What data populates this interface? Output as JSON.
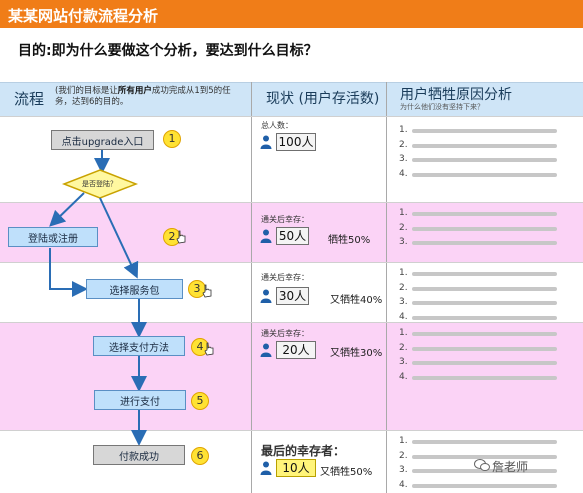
{
  "title": "某某网站付款流程分析",
  "goal": "目的:即为什么要做这个分析，要达到什么目标？",
  "headers": {
    "flow": "流程",
    "flow_desc_prefix": "(我们的目标是让",
    "flow_desc_bold": "所有用户",
    "flow_desc_suffix": "成功完成从1到5的任务，达到6的目的。",
    "status": "现状 (用户存活数)",
    "reason": "用户牺牲原因分析",
    "reason_sub": "为什么他们没有坚持下来？"
  },
  "flow_steps": [
    {
      "label": "点击upgrade入口",
      "num": "1"
    },
    {
      "label": "是否登陆？"
    },
    {
      "label": "登陆或注册",
      "num": "2"
    },
    {
      "label": "选择服务包",
      "num": "3"
    },
    {
      "label": "选择支付方法",
      "num": "4"
    },
    {
      "label": "进行支付",
      "num": "5"
    },
    {
      "label": "付款成功",
      "num": "6"
    }
  ],
  "status": [
    {
      "label": "总人数：",
      "count": "100人",
      "loss": ""
    },
    {
      "label": "通关后幸存：",
      "count": "50人",
      "loss": "牺牲50%"
    },
    {
      "label": "通关后幸存：",
      "count": "30人",
      "loss": "又牺牲40%"
    },
    {
      "label": "通关后幸存：",
      "count": "20人",
      "loss": "又牺牲30%"
    },
    {
      "label": "最后的幸存者：",
      "count": "10人",
      "loss": "又牺牲50%"
    }
  ],
  "reason_numbers": [
    "1.",
    "2.",
    "3.",
    "4."
  ],
  "watermark": "詹老师",
  "colors": {
    "title_bg": "#f07d18",
    "header_bg": "#cfe5f7",
    "pink_band": "#fbd3f6",
    "box_fill": "#bfe0fb",
    "box_border": "#5a8fc4",
    "number_circle": "#ffe233",
    "arrow": "#2a6db5",
    "diamond_fill": "#fff8a0"
  },
  "icons": [
    "person-icon",
    "cursor-hand-icon",
    "wechat-icon"
  ]
}
